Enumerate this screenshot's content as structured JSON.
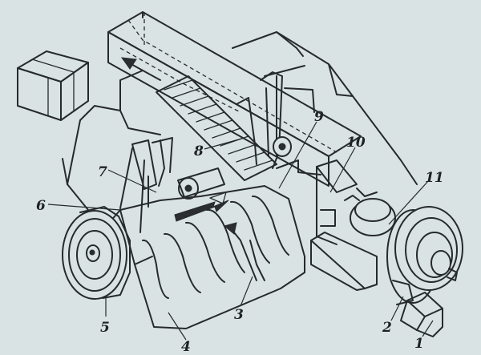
{
  "colors": {
    "background": "#d9e3e3",
    "ink": "#262a2a"
  },
  "callouts": [
    {
      "id": "1",
      "text": "1"
    },
    {
      "id": "2",
      "text": "2"
    },
    {
      "id": "3",
      "text": "3"
    },
    {
      "id": "4",
      "text": "4"
    },
    {
      "id": "5",
      "text": "5"
    },
    {
      "id": "6",
      "text": "6"
    },
    {
      "id": "7",
      "text": "7"
    },
    {
      "id": "8",
      "text": "8"
    },
    {
      "id": "9",
      "text": "9"
    },
    {
      "id": "10",
      "text": "10"
    },
    {
      "id": "11",
      "text": "11"
    }
  ]
}
